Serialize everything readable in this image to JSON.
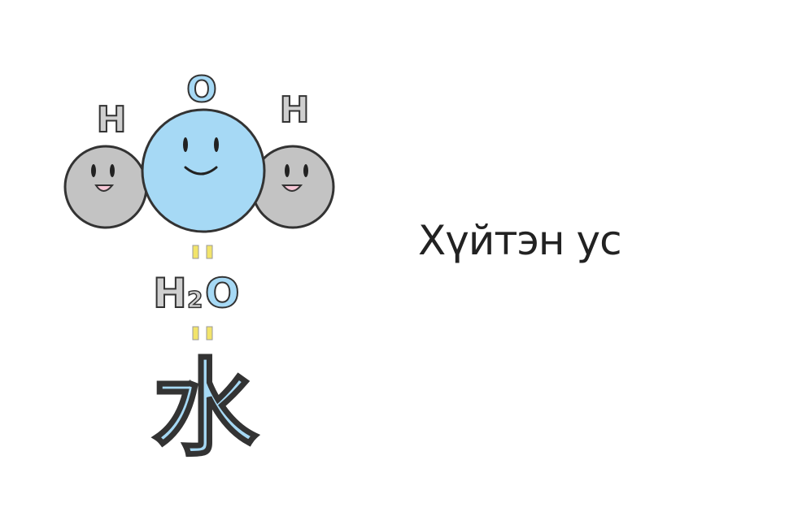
{
  "caption": {
    "text": "Хүйтэн ус"
  },
  "illustration": {
    "atom_labels": {
      "oxygen": "O",
      "hydrogen_left": "H",
      "hydrogen_right": "H"
    },
    "formula": {
      "element_1": "H",
      "subscript": "2",
      "element_2": "O"
    },
    "kanji": "水",
    "colors": {
      "oxygen_fill": "#a6d9f5",
      "hydrogen_fill": "#c3c3c3",
      "outline": "#333333",
      "cheek": "#f7c7d6",
      "equals": "#f2e46a",
      "formula_fill": "#cfcfcf",
      "kanji_fill": "#a6d9f5"
    }
  }
}
